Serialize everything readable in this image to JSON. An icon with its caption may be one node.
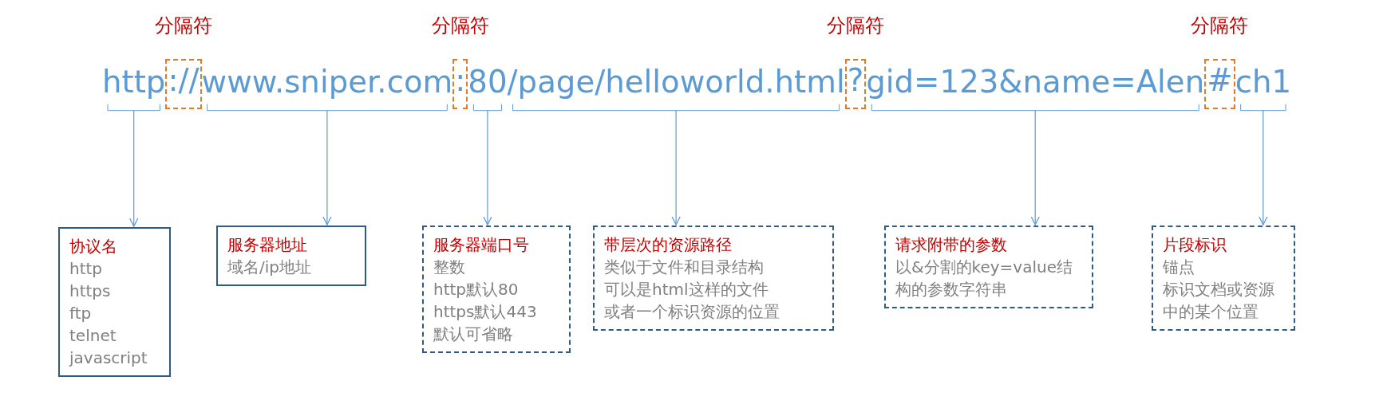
{
  "diagram": {
    "nodes": [
      {
        "text": [
          "http"
        ]
      },
      {
        "text": [
          "://"
        ],
        "beside": [
          "分隔符"
        ]
      },
      {
        "text": [
          "www.sniper.com"
        ]
      },
      {
        "text": [
          ":"
        ],
        "beside": [
          "分隔符"
        ]
      },
      {
        "text": [
          "80"
        ]
      },
      {
        "text": [
          "/page/helloworld.html"
        ]
      },
      {
        "text": [
          "?"
        ],
        "beside": [
          "分隔符"
        ]
      },
      {
        "text": [
          "gid=123&name=Alen"
        ]
      },
      {
        "text": [
          "#"
        ],
        "beside": [
          "分隔符"
        ]
      },
      {
        "text": [
          "ch1"
        ]
      },
      {
        "text": [
          "协议名",
          "http",
          "https",
          "ftp",
          "telnet",
          "javascript"
        ]
      },
      {
        "text": [
          "服务器地址",
          "域名/ip地址"
        ]
      },
      {
        "text": [
          "服务器端口号",
          "整数",
          "http默认80",
          "https默认443",
          "默认可省略"
        ]
      },
      {
        "text": [
          "带层次的资源路径",
          "类似于文件和目录结构",
          "可以是html这样的文件",
          "或者一个标识资源的位置"
        ]
      },
      {
        "text": [
          "请求附带的参数",
          "以&分割的key=value结构的参数字符串"
        ]
      },
      {
        "text": [
          "片段标识",
          "锚点",
          "标识文档或资源中的某个位置"
        ]
      }
    ],
    "edges": [
      {
        "from": 0,
        "to": 10,
        "arrow": "to"
      },
      {
        "from": 2,
        "to": 11,
        "arrow": "to"
      },
      {
        "from": 4,
        "to": 12,
        "arrow": "to"
      },
      {
        "from": 5,
        "to": 13,
        "arrow": "to"
      },
      {
        "from": 7,
        "to": 14,
        "arrow": "to"
      },
      {
        "from": 9,
        "to": 15,
        "arrow": "to"
      }
    ]
  }
}
